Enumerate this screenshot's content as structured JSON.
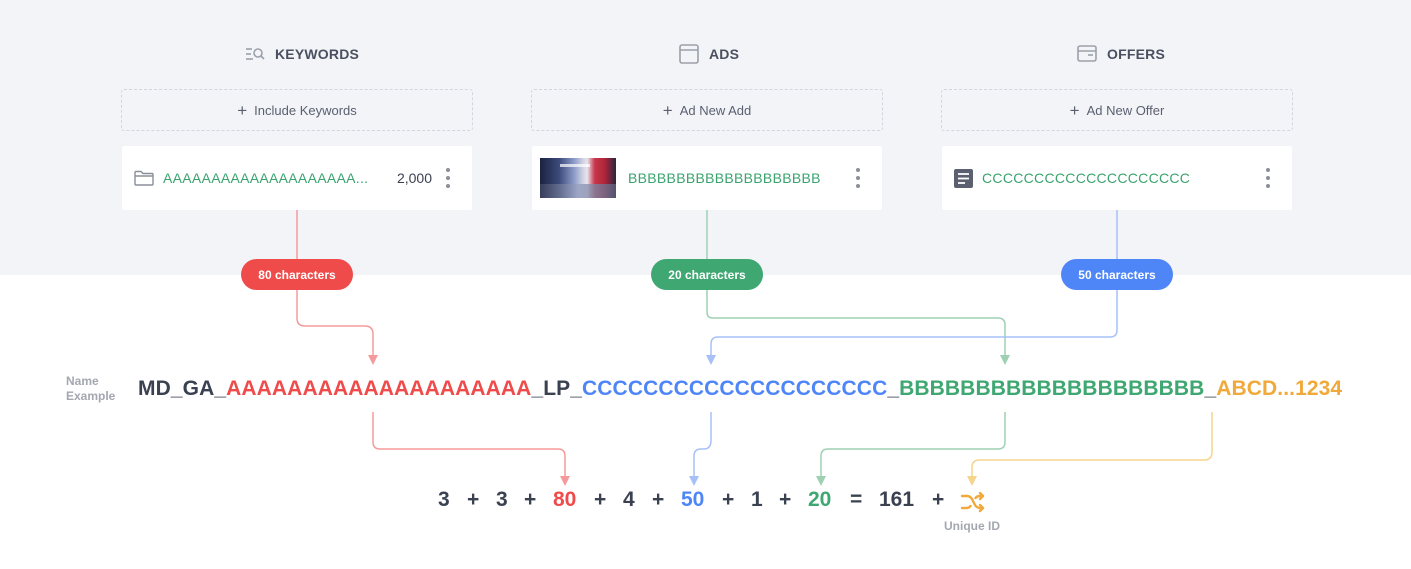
{
  "columns": {
    "keywords": {
      "header": "KEYWORDS",
      "header_icon": "keyword-search-icon",
      "add_label": "Include Keywords",
      "card_value": "AAAAAAAAAAAAAAAAAAAA...",
      "card_count": "2,000",
      "card_icon": "folder-icon",
      "pill": "80 characters",
      "pill_color": "#ef4b4b"
    },
    "ads": {
      "header": "ADS",
      "header_icon": "browser-window-icon",
      "add_label": "Ad New Add",
      "card_value": "BBBBBBBBBBBBBBBBBBBB",
      "card_icon": "ad-thumbnail",
      "pill": "20 characters",
      "pill_color": "#3fa772"
    },
    "offers": {
      "header": "OFFERS",
      "header_icon": "offer-card-icon",
      "add_label": "Ad New Offer",
      "card_value": "CCCCCCCCCCCCCCCCCCCC",
      "card_icon": "document-icon",
      "pill": "50 characters",
      "pill_color": "#4f86f7"
    }
  },
  "name_example": {
    "label": "Name Example",
    "prefix": "MD_GA_",
    "keywords_part": "AAAAAAAAAAAAAAAAAAAA",
    "sep_lp": "_LP_",
    "offers_part": "CCCCCCCCCCCCCCCCCCCC",
    "sep_1": "_",
    "ads_part": "BBBBBBBBBBBBBBBBBBBB",
    "sep_2": "_",
    "unique_part": "ABCD...1234"
  },
  "formula": {
    "t1": "3",
    "p1": "+",
    "t2": "3",
    "p2": "+",
    "t3": "80",
    "p3": "+",
    "t4": "4",
    "p4": "+",
    "t5": "50",
    "p5": "+",
    "t6": "1",
    "p6": "+",
    "t7": "20",
    "eq": "=",
    "total": "161",
    "p7": "+",
    "unique_icon": "shuffle-icon",
    "unique_label": "Unique ID"
  },
  "colors": {
    "keywords": "#ef4b4b",
    "ads": "#3fa772",
    "offers": "#4f86f7",
    "unique": "#f0a93a",
    "text_dark": "#3a4150",
    "background_top": "#f3f4f8"
  }
}
